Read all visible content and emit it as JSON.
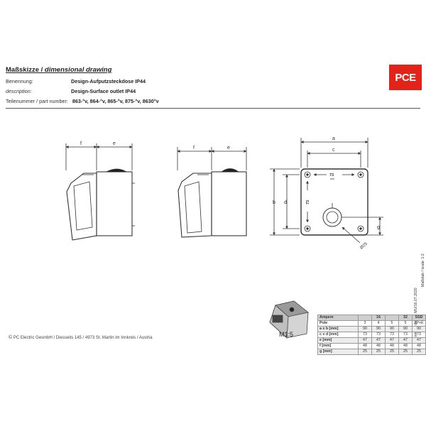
{
  "header": {
    "title_de": "Maßskizze",
    "title_sep": " / ",
    "title_en": "dimensional drawing",
    "rows": [
      {
        "label": "Benennung:",
        "value": "Design-Aufputzsteckdose IP44"
      },
      {
        "label": "description:",
        "value": "Design-Surface outlet IP44"
      },
      {
        "label": "Teilenummer / part number:",
        "value": "863-°v, 864-°v, 865-°v, 875-°v, 8630°v"
      }
    ]
  },
  "logo": {
    "text": "PCE",
    "color": "#e2231a"
  },
  "dimension_labels": {
    "f": "f",
    "e": "e",
    "a": "a",
    "c": "c",
    "b": "b",
    "d": "d",
    "g": "g",
    "diameter": "Ø25",
    "hole_spacing": "73",
    "mm": "mm"
  },
  "side_note": {
    "created": "Erstellt / drawn: MU/16.07.2020",
    "scale": "Maßstab / scale: 1:2"
  },
  "thumbnail_label": "M1:5",
  "table": {
    "rows": [
      [
        "Ampere",
        "",
        "16",
        "",
        "32",
        "SSD"
      ],
      [
        "Pole",
        "3",
        "4",
        "5",
        "5",
        "2P+E"
      ],
      [
        "a x b [mm]",
        "90",
        "90",
        "90",
        "90",
        "90"
      ],
      [
        "c x d [mm]",
        "73",
        "73",
        "73",
        "73",
        "73"
      ],
      [
        "e [mm]",
        "47",
        "47",
        "47",
        "47",
        "47"
      ],
      [
        "f [mm]",
        "48",
        "48",
        "48",
        "48",
        "48"
      ],
      [
        "g [mm]",
        "25",
        "25",
        "25",
        "25",
        "25"
      ]
    ]
  },
  "footer": {
    "symbol": "©",
    "text": "PC Electric GesmbH / Diesseits 145 / 4973 St. Martin im Innkreis / Austria"
  }
}
